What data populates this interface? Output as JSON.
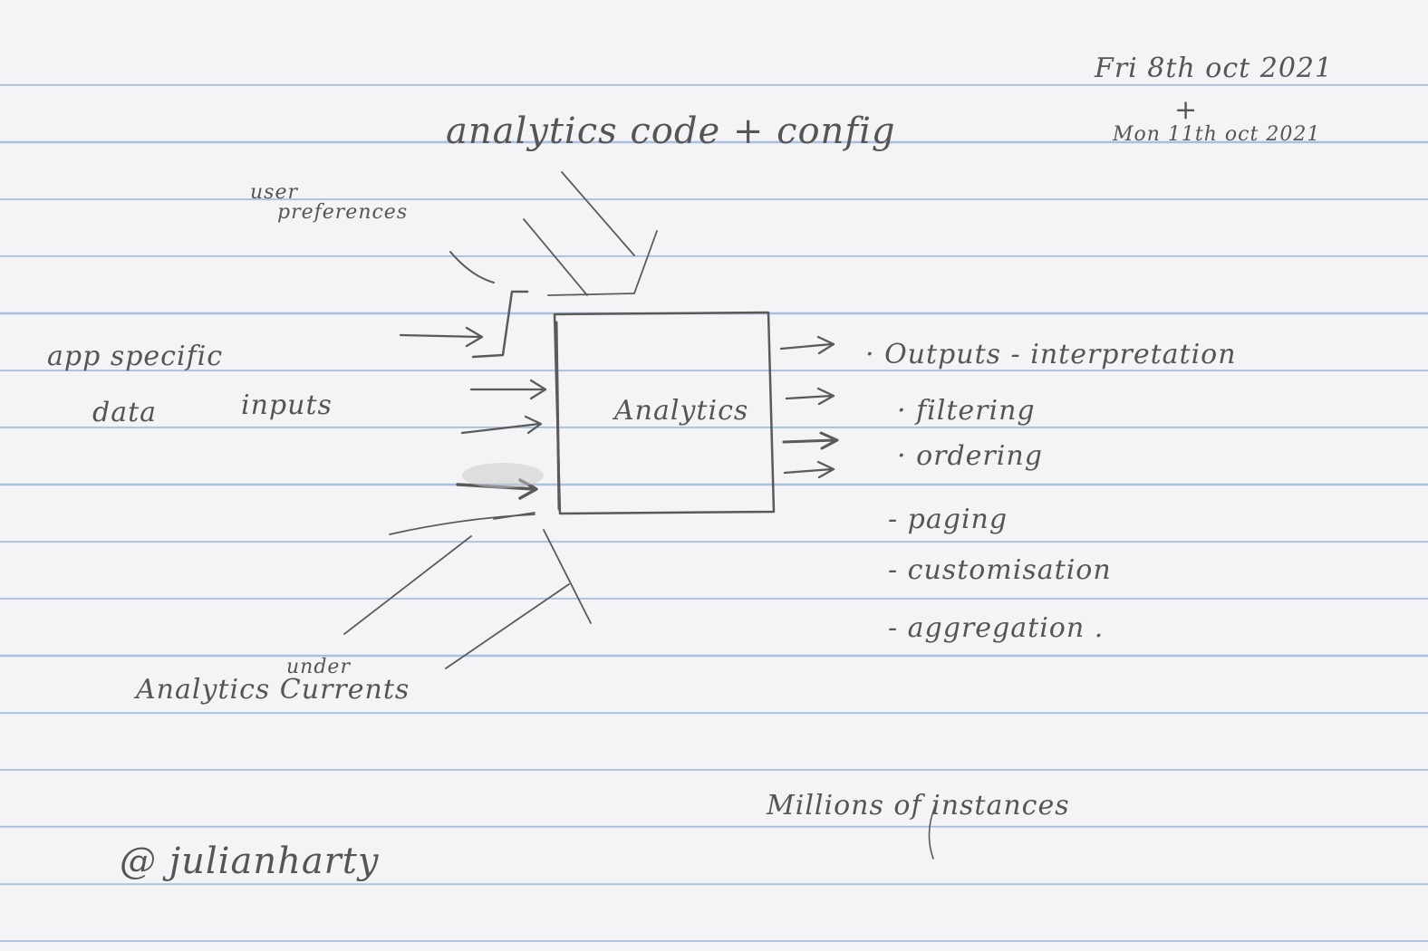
{
  "dates": {
    "line1": "Fri 8th oct 2021",
    "plus": "+",
    "line2": "Mon 11th oct 2021"
  },
  "top_input": "analytics code + config",
  "user_prefs": {
    "line1": "user",
    "line2": "preferences"
  },
  "left_input": {
    "line1": "app specific",
    "line2": "data",
    "line3": "inputs"
  },
  "box_label": "Analytics",
  "outputs": {
    "heading": "· Outputs - interpretation",
    "items": [
      "· filtering",
      "· ordering",
      "- paging",
      "- customisation",
      "- aggregation ."
    ]
  },
  "bottom_input": {
    "line1": "under",
    "line2": "Analytics Currents"
  },
  "instances_note": "Millions of instances",
  "signature": "@ julianharty",
  "colors": {
    "pencil": "#555555",
    "rule": "#a9bfe0",
    "paper": "#f4f4f6"
  }
}
